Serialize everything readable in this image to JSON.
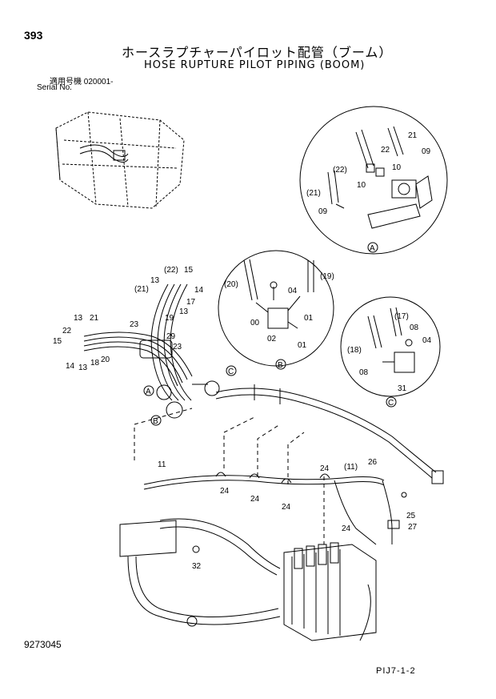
{
  "header": {
    "page_number": "393",
    "title_jp": "ホースラプチャーパイロット配管（ブーム）",
    "title_en": "HOSE RUPTURE PILOT PIPING (BOOM)",
    "serial_jp": "適用号機 020001-",
    "serial_en": "Serial No."
  },
  "footer": {
    "drawing_number": "9273045",
    "page_code": "PIJ7-1-2"
  },
  "detail_views": [
    {
      "key": "A",
      "label": "A"
    },
    {
      "key": "B",
      "label": "B"
    },
    {
      "key": "C",
      "label": "C"
    }
  ],
  "callouts": {
    "detailA": [
      "21",
      "22",
      "09",
      "(22)",
      "10",
      "10",
      "(21)",
      "09"
    ],
    "detailB": [
      "(20)",
      "04",
      "(19)",
      "00",
      "01",
      "02",
      "01"
    ],
    "detailC": [
      "(17)",
      "08",
      "(18)",
      "04",
      "08",
      "31"
    ],
    "harness": [
      "(22)",
      "15",
      "13",
      "(21)",
      "14",
      "17",
      "19",
      "13",
      "13",
      "21",
      "22",
      "15",
      "23",
      "29",
      "23",
      "14",
      "13",
      "18",
      "20"
    ],
    "lower": [
      "11",
      "24",
      "24",
      "24",
      "24",
      "(11)",
      "26",
      "24",
      "25",
      "27",
      "32"
    ]
  },
  "colors": {
    "line": "#000000",
    "background": "#ffffff"
  }
}
